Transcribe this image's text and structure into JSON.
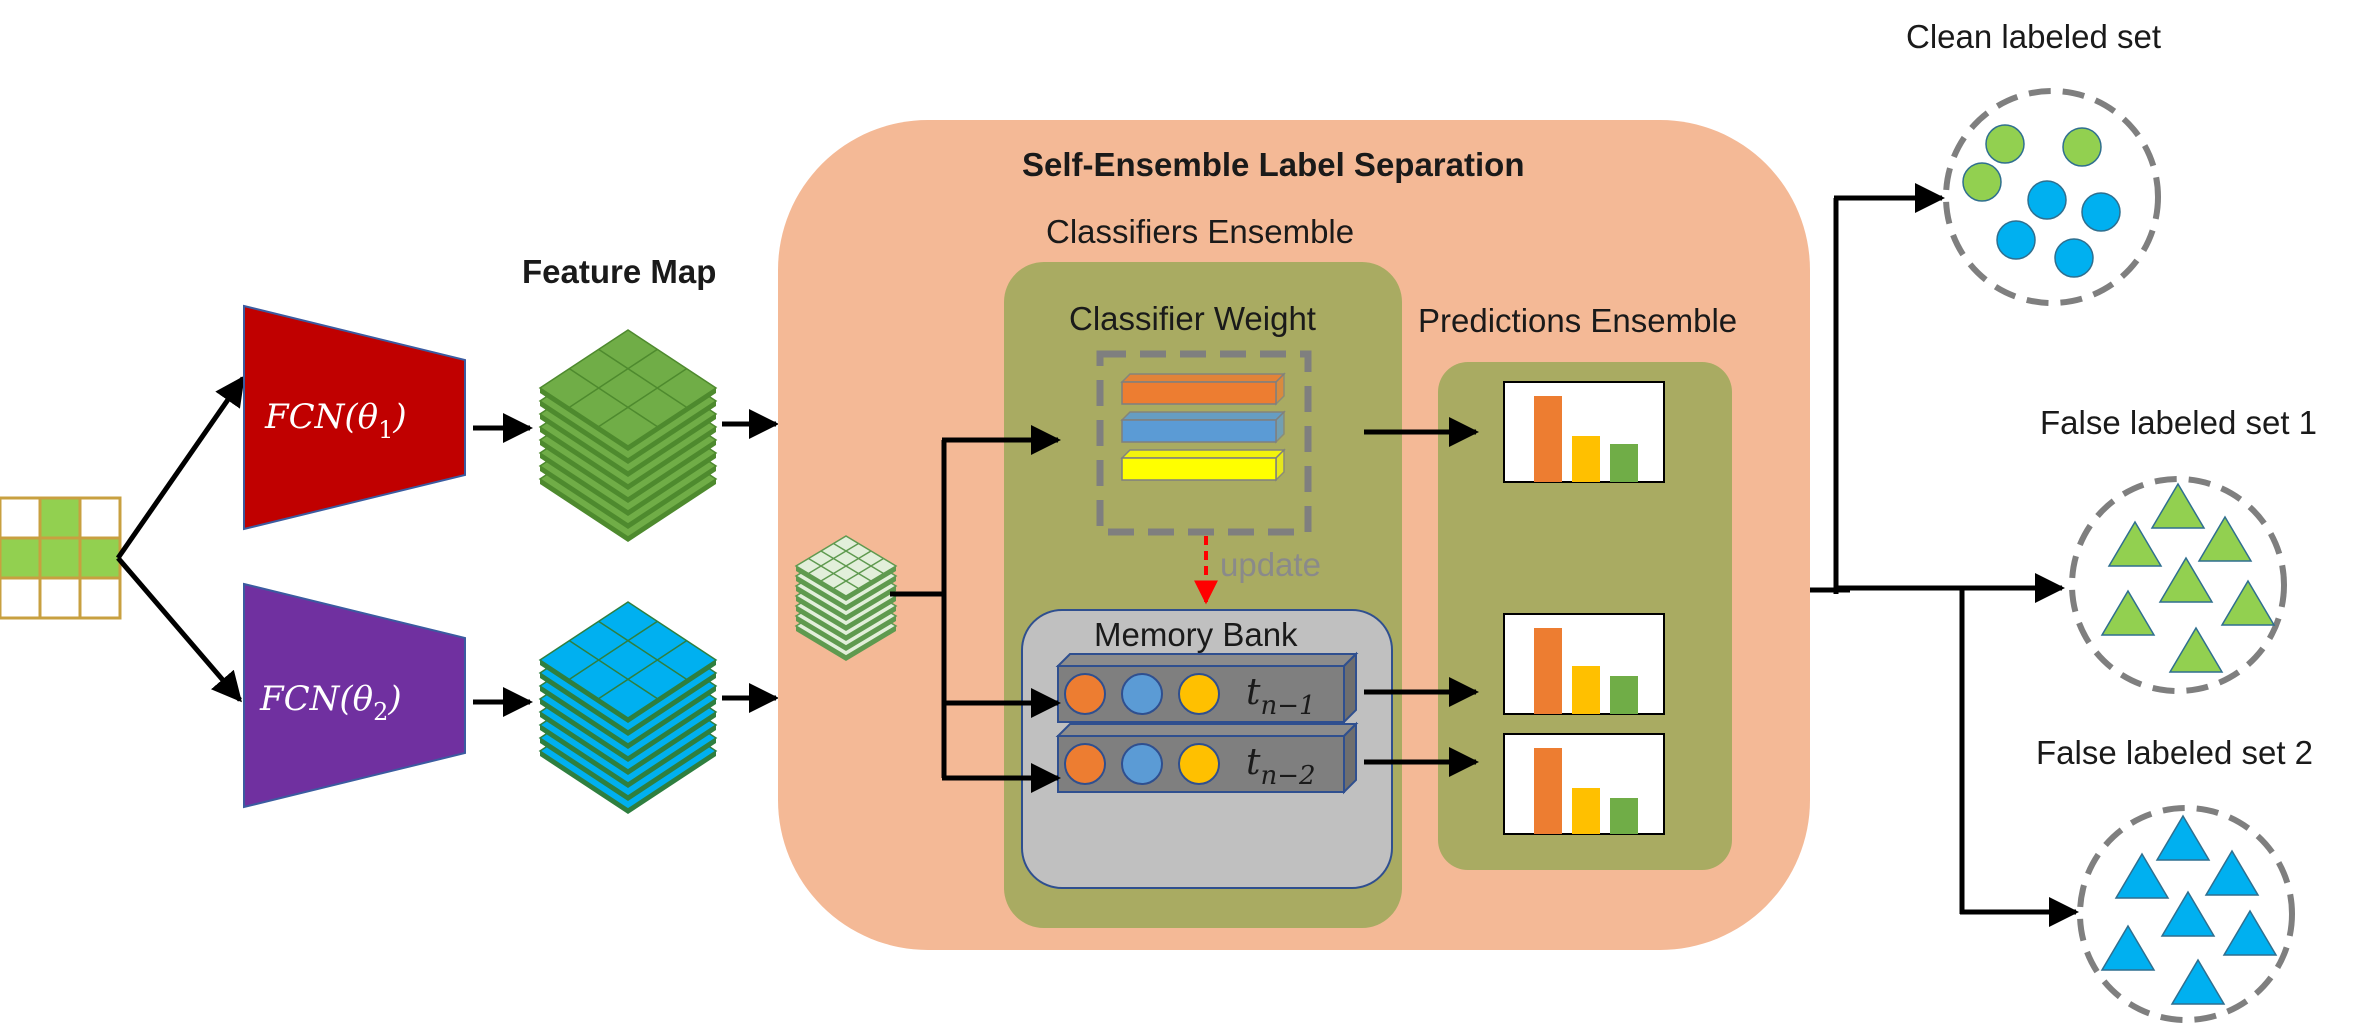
{
  "title": "Self-Ensemble Label Separation",
  "feature_map_label": "Feature Map",
  "encoders": [
    {
      "label": "FCN(θ",
      "sub": "1",
      "close": ")",
      "color": "#c00000"
    },
    {
      "label": "FCN(θ",
      "sub": "2",
      "close": ")",
      "color": "#7030a0"
    }
  ],
  "feature_stack_colors": {
    "top": "#70ad47",
    "bottom": "#00b0f0",
    "small": "#e2efda"
  },
  "input_grid_color": "#c8a040",
  "input_cell_green": "#92d050",
  "classifiers_ensemble_label": "Classifiers Ensemble",
  "classifier_weight_label": "Classifier Weight",
  "classifier_bar_colors": [
    "#ed7d31",
    "#5b9bd5",
    "#ffff00"
  ],
  "update_label": "update",
  "memory_bank_label": "Memory Bank",
  "memory_rows": [
    {
      "base": "t",
      "sub": "n−1"
    },
    {
      "base": "t",
      "sub": "n−2"
    }
  ],
  "memory_circle_colors": [
    "#ed7d31",
    "#5b9bd5",
    "#ffc000"
  ],
  "predictions_ensemble_label": "Predictions Ensemble",
  "prediction_bar_colors": [
    "#ed7d31",
    "#ffc000",
    "#70ad47"
  ],
  "outputs": [
    {
      "label": "Clean labeled set"
    },
    {
      "label": "False labeled set 1"
    },
    {
      "label": "False labeled set 2"
    }
  ],
  "colors": {
    "outer_panel": "#f4b996",
    "inner_panel": "#a9ab62",
    "memory_panel": "#c0c0c0",
    "green_marker": "#92d050",
    "blue_marker": "#00b0f0",
    "update_arrow": "#ff0000"
  }
}
